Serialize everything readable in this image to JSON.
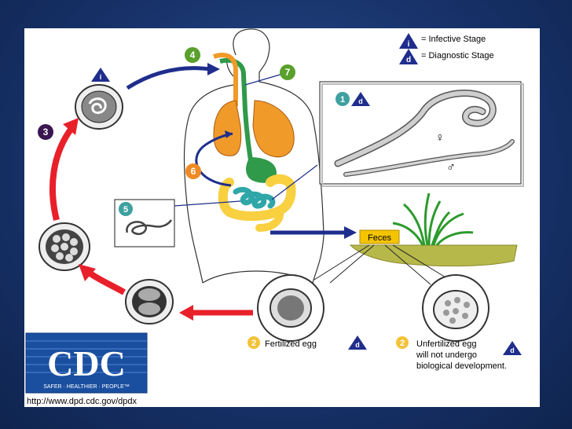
{
  "legend": {
    "infective_symbol": "i",
    "infective_label": "= Infective Stage",
    "diagnostic_symbol": "d",
    "diagnostic_label": "= Diagnostic Stage"
  },
  "stages": {
    "s1": "1",
    "s2a": "2",
    "s2b": "2",
    "s3": "3",
    "s4": "4",
    "s5": "5",
    "s6": "6",
    "s7": "7"
  },
  "badges": {
    "i": "i",
    "d": "d"
  },
  "labels": {
    "feces": "Feces",
    "fertilized_egg": "Fertilized egg",
    "unfertilized_line1": "Unfertilized egg",
    "unfertilized_line2": "will not undergo",
    "unfertilized_line3": "biological development.",
    "female_symbol": "♀",
    "male_symbol": "♂"
  },
  "cdc": {
    "logo_text": "CDC",
    "tagline": "SAFER · HEALTHIER · PEOPLE™",
    "url": "http://www.dpd.cdc.gov/dpdx"
  },
  "colors": {
    "background": "#1b3a78",
    "infective_blue": "#1f2e8c",
    "cycle_red": "#e8202a",
    "stage4_green": "#5aa02c",
    "stage6_orange": "#f08a24",
    "stage5_teal": "#3fa0a0",
    "stage2_yellow": "#f4c23a",
    "stage3_purple": "#3a1650",
    "lungs_orange": "#f09a2a",
    "intestine_yellow": "#f8d040",
    "intestine_teal": "#2fa6a8",
    "esophagus_green": "#2f9a4a",
    "feces_yellow": "#f4c400",
    "soil_olive": "#b7b84a",
    "grass_green": "#2c9a2c"
  }
}
